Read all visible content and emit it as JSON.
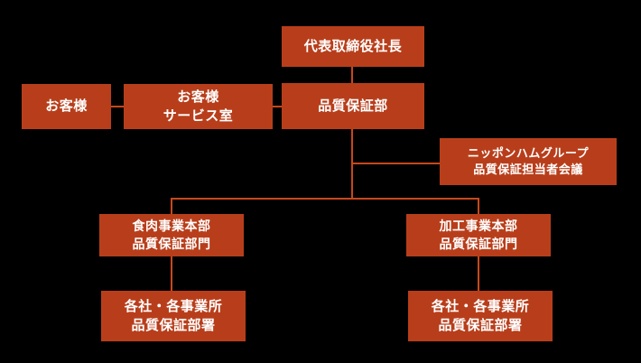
{
  "org": {
    "colors": {
      "background": "#000000",
      "box_fill": "#b83e1b",
      "connector": "#c8481a",
      "text": "#ffffff"
    },
    "nodes": {
      "president": {
        "line1": "代表取締役社長"
      },
      "customer": {
        "line1": "お客様"
      },
      "customer_service": {
        "line1": "お客様",
        "line2": "サービス室"
      },
      "qa_dept": {
        "line1": "品質保証部"
      },
      "nipponham_meeting": {
        "line1": "ニッポンハムグループ",
        "line2": "品質保証担当者会議"
      },
      "meat_division": {
        "line1": "食肉事業本部",
        "line2": "品質保証部門"
      },
      "processed_division": {
        "line1": "加工事業本部",
        "line2": "品質保証部門"
      },
      "sites_meat": {
        "line1": "各社・各事業所",
        "line2": "品質保証部署"
      },
      "sites_processed": {
        "line1": "各社・各事業所",
        "line2": "品質保証部署"
      }
    },
    "edges": [
      {
        "from": "president",
        "to": "qa_dept"
      },
      {
        "from": "customer",
        "to": "customer_service"
      },
      {
        "from": "customer_service",
        "to": "qa_dept"
      },
      {
        "from": "qa_dept",
        "to": "nipponham_meeting"
      },
      {
        "from": "qa_dept",
        "to": "meat_division"
      },
      {
        "from": "qa_dept",
        "to": "processed_division"
      },
      {
        "from": "meat_division",
        "to": "sites_meat"
      },
      {
        "from": "processed_division",
        "to": "sites_processed"
      }
    ]
  }
}
